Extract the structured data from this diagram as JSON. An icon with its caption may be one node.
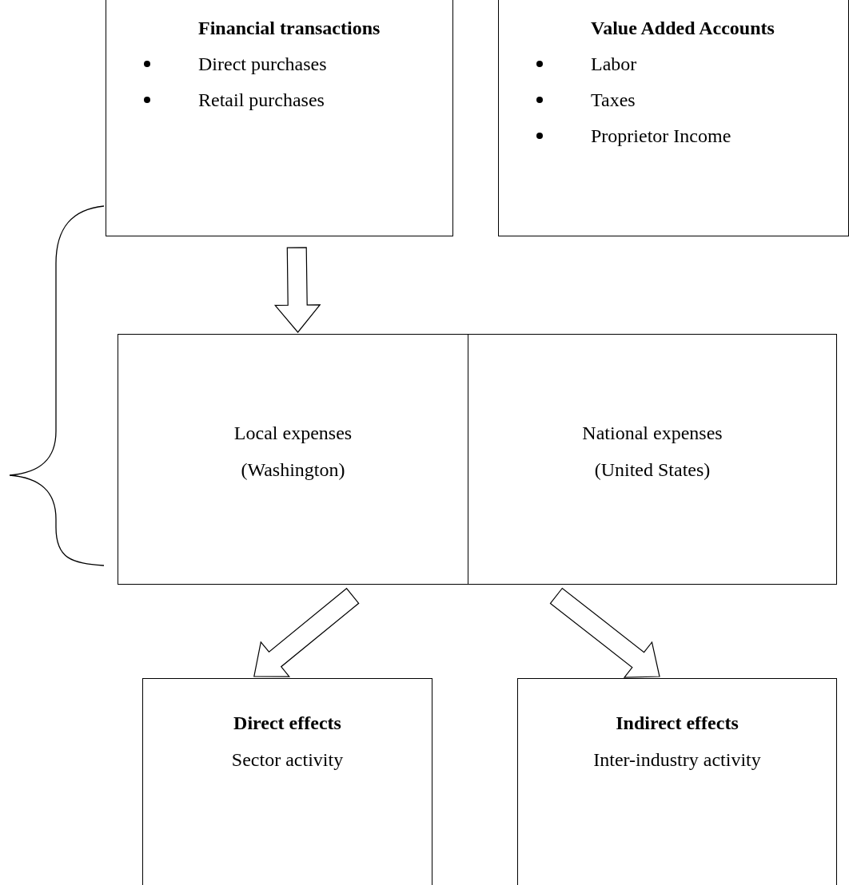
{
  "diagram": {
    "nodes": [
      {
        "text": [
          "Financial transactions",
          "Direct purchases",
          "Retail purchases"
        ]
      },
      {
        "text": [
          "Value Added Accounts",
          "Labor",
          "Taxes",
          "Proprietor Income"
        ]
      },
      {
        "text": [
          "Local expenses",
          "(Washington)"
        ]
      },
      {
        "text": [
          "National expenses",
          "(United States)"
        ]
      },
      {
        "text": [
          "Direct effects",
          "Sector activity"
        ]
      },
      {
        "text": [
          "Indirect effects",
          "Inter-industry activity"
        ]
      }
    ],
    "edges": [
      {
        "from": 0,
        "to": 2,
        "arrow": "to"
      },
      {
        "from": 2,
        "to": 4,
        "arrow": "to"
      },
      {
        "from": 3,
        "to": 5,
        "arrow": "to"
      }
    ]
  }
}
